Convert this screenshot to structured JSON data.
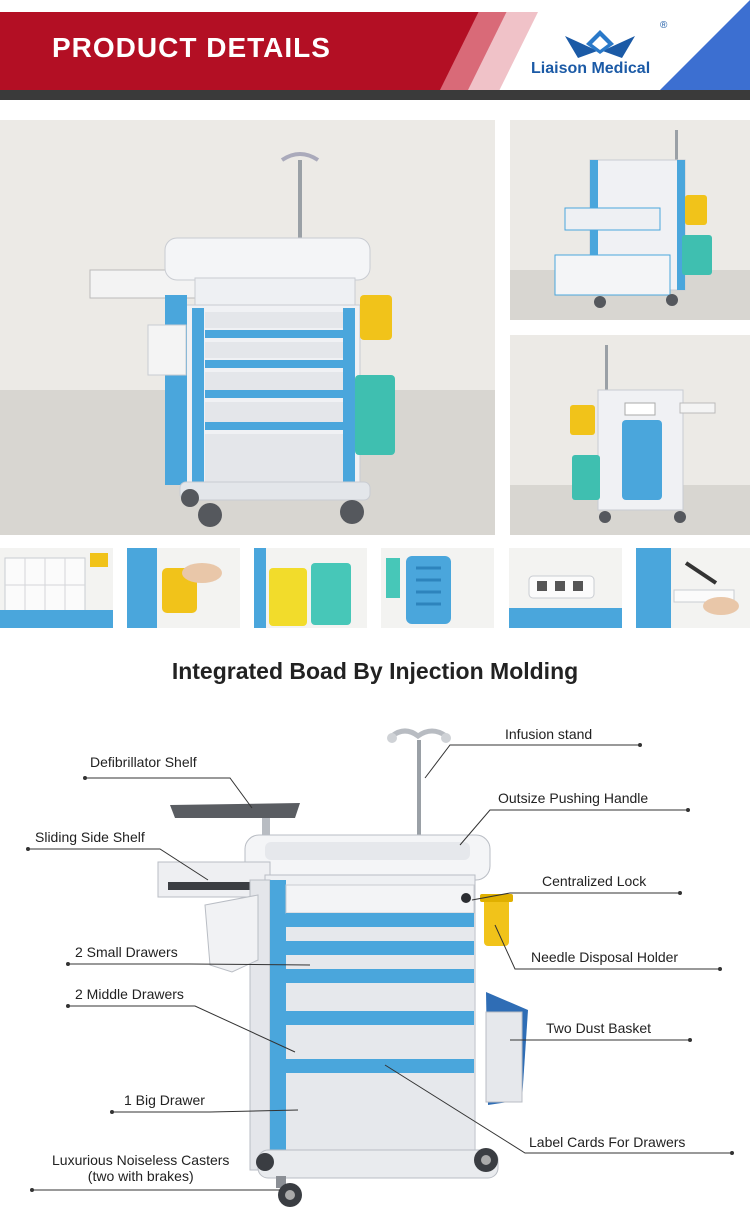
{
  "header": {
    "title": "PRODUCT DETAILS",
    "brand": "Liaison Medical",
    "registered_mark": "®"
  },
  "section_title": "Integrated Boad By Injection Molding",
  "callouts": {
    "defibrillator_shelf": "Defibrillator Shelf",
    "sliding_side_shelf": "Sliding Side Shelf",
    "small_drawers": "2 Small Drawers",
    "middle_drawers": "2 Middle Drawers",
    "big_drawer": "1 Big Drawer",
    "casters_line1": "Luxurious Noiseless Casters",
    "casters_line2": "(two with brakes)",
    "infusion_stand": "Infusion stand",
    "pushing_handle": "Outsize Pushing Handle",
    "centralized_lock": "Centralized Lock",
    "needle_holder": "Needle Disposal Holder",
    "dust_basket": "Two Dust Basket",
    "label_cards": "Label Cards For Drawers"
  },
  "colors": {
    "brand_red": "#b30f24",
    "brand_blue": "#3c6fd1",
    "cart_blue": "#4aa6dc",
    "cart_white": "#e8eaee"
  }
}
